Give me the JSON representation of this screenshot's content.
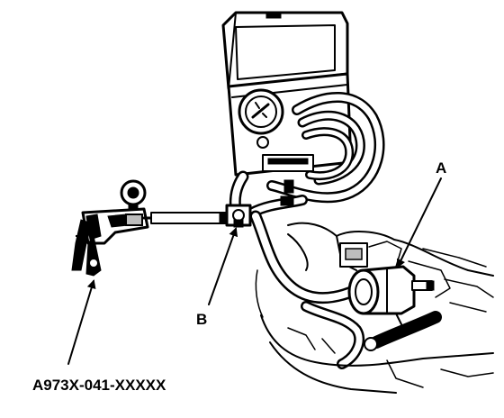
{
  "labels": {
    "a": "A",
    "b": "B",
    "part_number": "A973X-041-XXXXX"
  },
  "colors": {
    "ink": "#000000",
    "paper": "#ffffff"
  },
  "icons": [
    "gauge-icon",
    "vacuum-pump-icon",
    "tester-case-icon",
    "arrow-icon"
  ]
}
